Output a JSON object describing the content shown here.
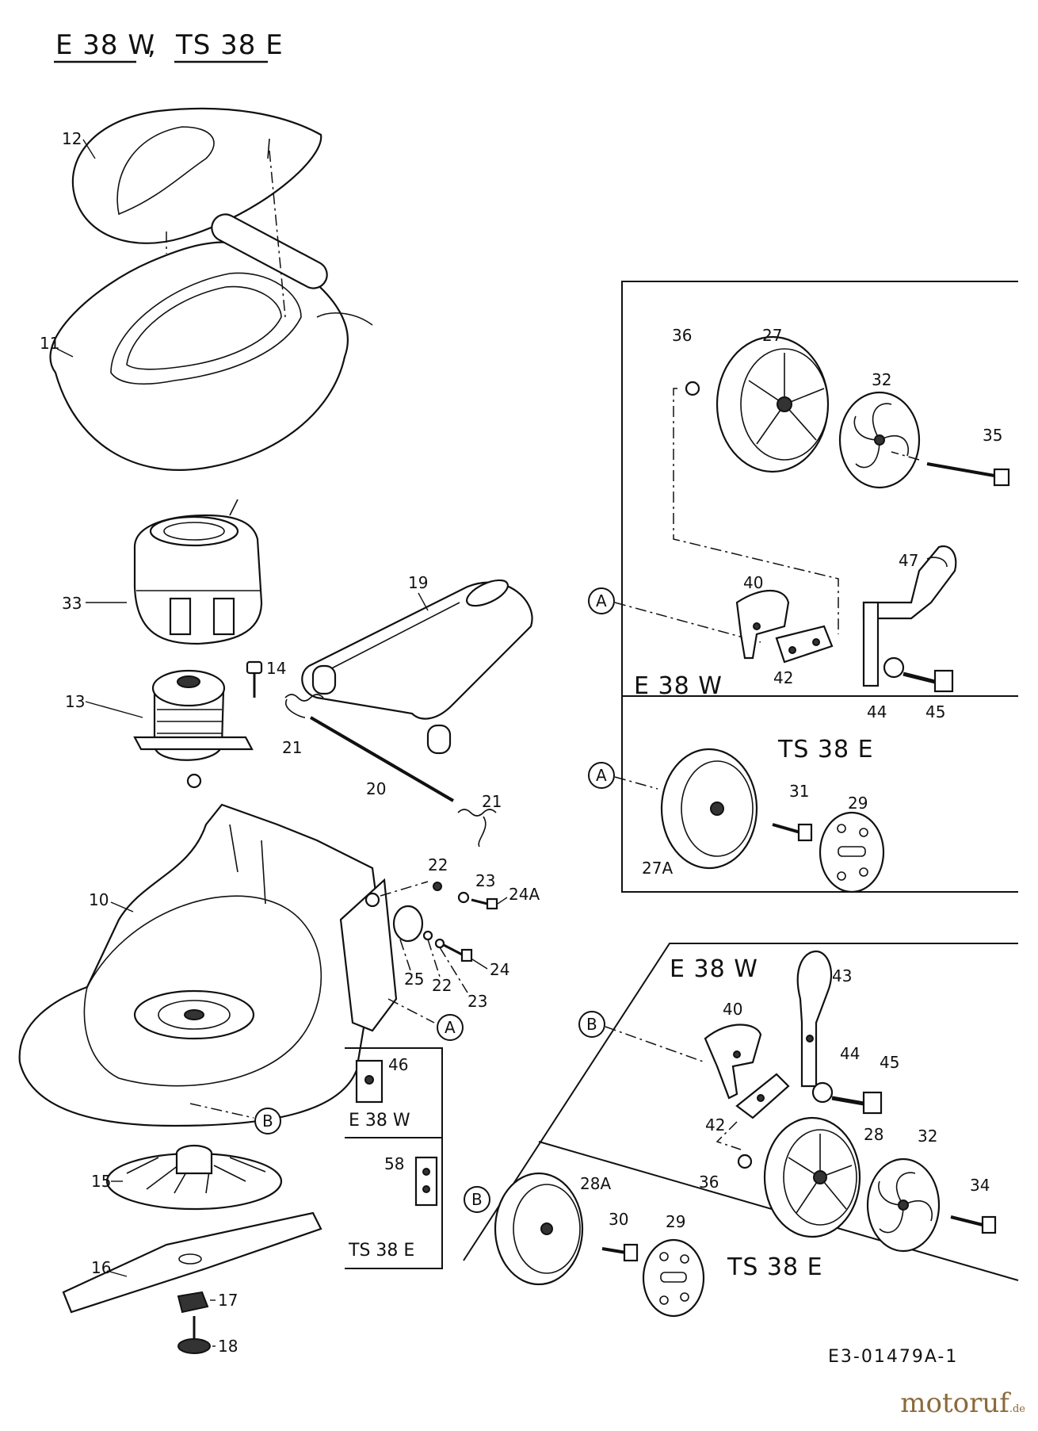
{
  "header": {
    "model_a": "E 38 W",
    "separator": ",",
    "model_b": "TS 38 E"
  },
  "callouts": {
    "c12": "12",
    "c11": "11",
    "c33": "33",
    "c19": "19",
    "c14": "14",
    "c13": "13",
    "c21a": "21",
    "c20": "20",
    "c21b": "21",
    "c22a": "22",
    "c23a": "23",
    "c24a": "24A",
    "c10": "10",
    "c25": "25",
    "c22b": "22",
    "c23b": "23",
    "c24": "24",
    "cA": "A",
    "cB": "B",
    "c15": "15",
    "c16": "16",
    "c17": "17",
    "c18": "18"
  },
  "inset_box": {
    "c46": "46",
    "e38w": "E 38 W",
    "c58": "58",
    "ts38e": "TS 38 E"
  },
  "panel_a": {
    "ref": "A",
    "e38w": {
      "label": "E 38 W",
      "c36": "36",
      "c27": "27",
      "c32": "32",
      "c35": "35",
      "c47": "47",
      "c40": "40",
      "c42": "42",
      "c44": "44",
      "c45": "45"
    },
    "ts38e": {
      "ref": "A",
      "label": "TS 38 E",
      "c31": "31",
      "c29": "29",
      "c27A": "27A"
    }
  },
  "panel_b": {
    "ref": "B",
    "e38w": {
      "label": "E 38 W",
      "c43": "43",
      "c40": "40",
      "c44": "44",
      "c45": "45",
      "c42": "42",
      "c28": "28",
      "c32": "32",
      "c36": "36",
      "c34": "34"
    },
    "ts38e": {
      "ref": "B",
      "label": "TS 38 E",
      "c28A": "28A",
      "c30": "30",
      "c29": "29"
    }
  },
  "footer": {
    "doc_number": "E3-01479A-1",
    "brand": "motoruf",
    "brand_tld": ".de"
  }
}
